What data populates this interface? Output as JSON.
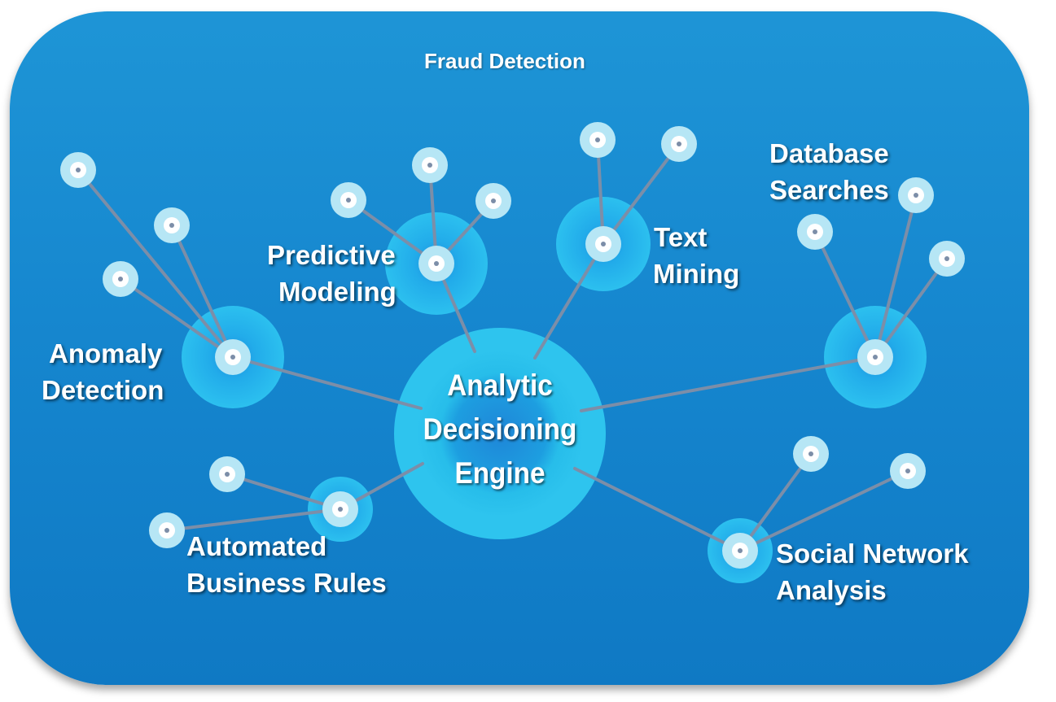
{
  "title": "Fraud Detection",
  "center_label": [
    "Analytic",
    "Decisioning",
    "Engine"
  ],
  "branches": [
    {
      "key": "anomaly",
      "label": [
        "Anomaly",
        "Detection"
      ]
    },
    {
      "key": "predictive",
      "label": [
        "Predictive",
        "Modeling"
      ]
    },
    {
      "key": "text",
      "label": [
        "Text",
        "Mining"
      ]
    },
    {
      "key": "database",
      "label": [
        "Database",
        "Searches"
      ]
    },
    {
      "key": "social",
      "label": [
        "Social Network",
        "Analysis"
      ]
    },
    {
      "key": "rules",
      "label": [
        "Automated",
        "Business Rules"
      ]
    }
  ],
  "colors": {
    "background": "#1687cf",
    "hub_glow": "#2ec4ee",
    "node_ring": "#b6e6f5",
    "node_core": "#ffffff",
    "connector": "#7c8ea8"
  }
}
